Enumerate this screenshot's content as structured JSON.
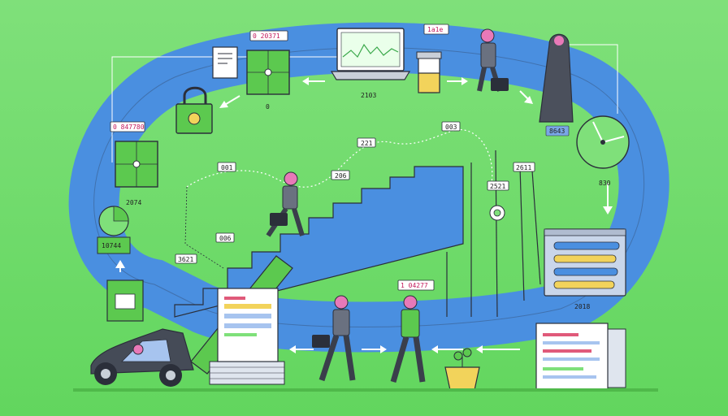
{
  "colors": {
    "background": "#6ad966",
    "loop": "#4a8fe0",
    "loop_inner": "#7fe07a",
    "outline": "#2b2f3a",
    "accent_green": "#5cc94f",
    "accent_yellow": "#f2d35b",
    "tag_text": "#c2185b"
  },
  "icons": [
    "padlock-icon",
    "clock-icon",
    "pie-chart-icon",
    "laptop-chart-icon",
    "document-icon",
    "target-icon",
    "potted-plant-icon",
    "car-icon",
    "person-icon"
  ],
  "labels": {
    "top_frame_num": "0",
    "tag_top_left": "0 20371",
    "tag_top_mid": "1a1e",
    "laptop_num": "2103",
    "num_clock_left": "8643",
    "num_clock_right": "830",
    "tag_left": "0 847780",
    "num_left_mid": "2074",
    "num_pie": "10744",
    "path_221": "221",
    "path_003": "003",
    "path_001": "001",
    "path_206": "206",
    "path_006": "006",
    "path_3621": "3621",
    "path_2521": "2521",
    "path_2611": "2611",
    "tag_center_bottom": "1 04277",
    "num_panel_right": "2018"
  }
}
